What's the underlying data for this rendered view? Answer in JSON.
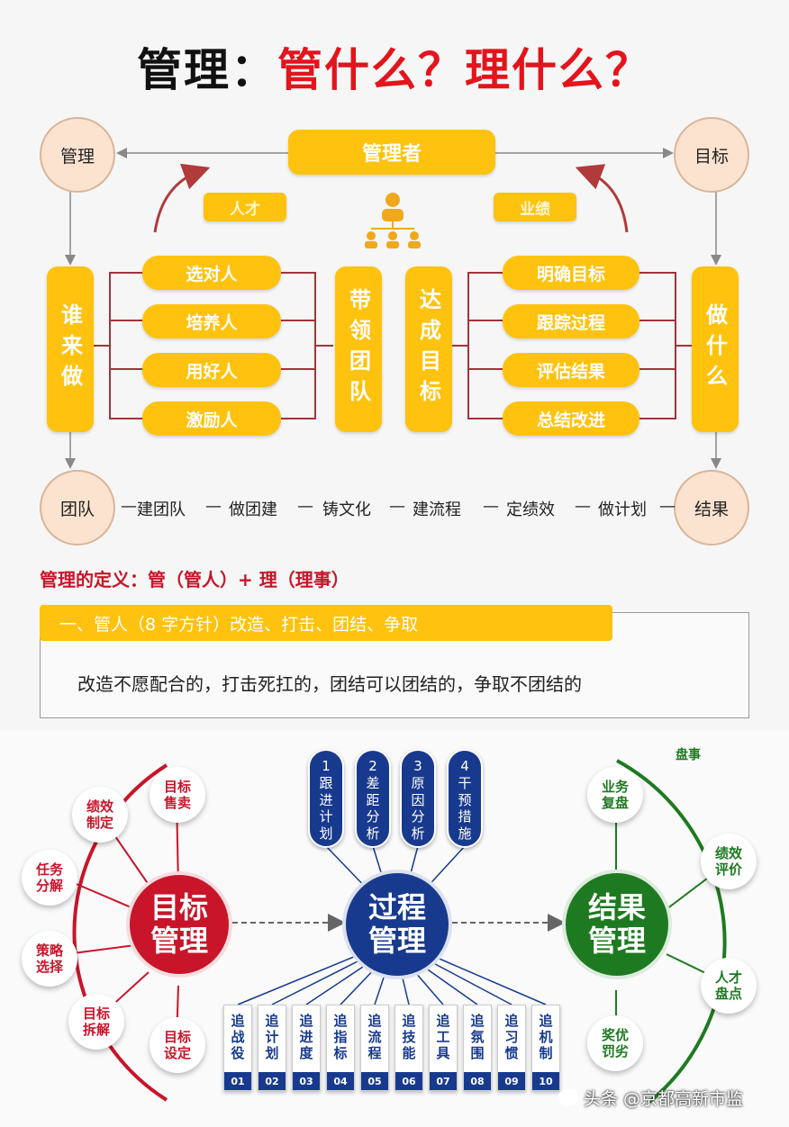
{
  "title": {
    "part1": "管理：",
    "part2": "管什么？理什么？"
  },
  "top": {
    "manager": "管理者",
    "tag_left": "人才",
    "tag_right": "业绩",
    "circles": {
      "guanli": "管理",
      "mubiao": "目标",
      "tuandui": "团队",
      "jieguo": "结果"
    },
    "who": "谁来做",
    "what": "做什么",
    "lead": "带领团队",
    "achieve": "达成目标",
    "left_items": [
      "选对人",
      "培养人",
      "用好人",
      "激励人"
    ],
    "right_items": [
      "明确目标",
      "跟踪过程",
      "评估结果",
      "总结改进"
    ],
    "chain": [
      "建团队",
      "做团建",
      "铸文化",
      "建流程",
      "定绩效",
      "做计划"
    ],
    "dash": "—"
  },
  "definition": {
    "heading": "管理的定义：管（管人）+ 理（理事）",
    "subheading": "一、管人（8 字方针）改造、打击、团结、争取",
    "text": "改造不愿配合的，打击死扛的，团结可以团结的，争取不团结的"
  },
  "bottom": {
    "goal_mgmt": [
      "目标",
      "管理"
    ],
    "process_mgmt": [
      "过程",
      "管理"
    ],
    "result_mgmt": [
      "结果",
      "管理"
    ],
    "goal_items": [
      [
        "目标",
        "售卖"
      ],
      [
        "绩效",
        "制定"
      ],
      [
        "任务",
        "分解"
      ],
      [
        "策略",
        "选择"
      ],
      [
        "目标",
        "拆解"
      ],
      [
        "目标",
        "设定"
      ]
    ],
    "steps": [
      {
        "num": "1",
        "text": [
          "跟",
          "进",
          "计",
          "划"
        ]
      },
      {
        "num": "2",
        "text": [
          "差",
          "距",
          "分",
          "析"
        ]
      },
      {
        "num": "3",
        "text": [
          "原",
          "因",
          "分",
          "析"
        ]
      },
      {
        "num": "4",
        "text": [
          "干",
          "预",
          "措",
          "施"
        ]
      }
    ],
    "result_label": "盘事",
    "result_items": [
      [
        "业务",
        "复盘"
      ],
      [
        "绩效",
        "评价"
      ],
      [
        "人才",
        "盘点"
      ],
      [
        "奖优",
        "罚劣"
      ]
    ],
    "cards": [
      {
        "text": [
          "追",
          "战",
          "役"
        ],
        "num": "01"
      },
      {
        "text": [
          "追",
          "计",
          "划"
        ],
        "num": "02"
      },
      {
        "text": [
          "追",
          "进",
          "度"
        ],
        "num": "03"
      },
      {
        "text": [
          "追",
          "指",
          "标"
        ],
        "num": "04"
      },
      {
        "text": [
          "追",
          "流",
          "程"
        ],
        "num": "05"
      },
      {
        "text": [
          "追",
          "技",
          "能"
        ],
        "num": "06"
      },
      {
        "text": [
          "追",
          "工",
          "具"
        ],
        "num": "07"
      },
      {
        "text": [
          "追",
          "氛",
          "围"
        ],
        "num": "08"
      },
      {
        "text": [
          "追",
          "习",
          "惯"
        ],
        "num": "09"
      },
      {
        "text": [
          "追",
          "机",
          "制"
        ],
        "num": "10"
      }
    ]
  },
  "watermark": "头条 @京都高新市监",
  "colors": {
    "yellow": "#ffc20e",
    "red": "#c8152a",
    "blue": "#183a8e",
    "green": "#1e7a21"
  }
}
